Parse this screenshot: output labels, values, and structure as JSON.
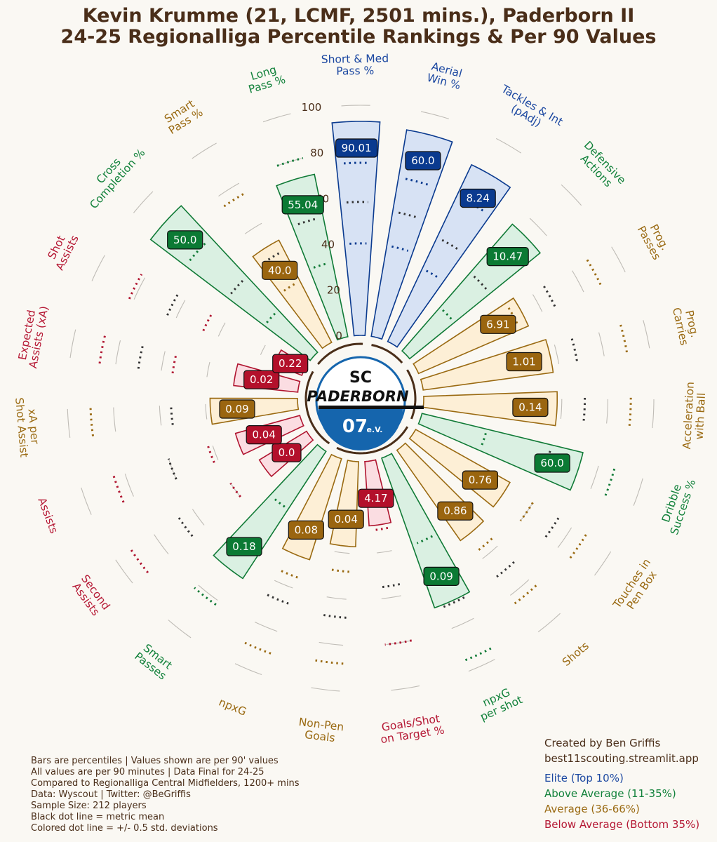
{
  "title_lines": [
    "Kevin Krumme (21, LCMF, 2501 mins.), Paderborn II",
    "24-25 Regionalliga Percentile Rankings & Per 90 Values"
  ],
  "colors": {
    "background": "#faf8f3",
    "text": "#4a2e19",
    "tiers": {
      "Elite": {
        "stroke": "#0a3a8f",
        "fill": "#d7e2f4",
        "box": "#0a3a8f",
        "label": "#1c48a1"
      },
      "Above Average": {
        "stroke": "#107a36",
        "fill": "#daf0e2",
        "box": "#0b7a34",
        "label": "#11813a"
      },
      "Average": {
        "stroke": "#9a6a12",
        "fill": "#fdefd6",
        "box": "#9a650f",
        "label": "#9a6a12"
      },
      "Below Average": {
        "stroke": "#b01530",
        "fill": "#fbdde2",
        "box": "#b3102b",
        "label": "#b51834"
      }
    },
    "group_arc": "#4a2e19",
    "mean_dots": "#333333",
    "grid": "#bfbcb6"
  },
  "logo": {
    "line1": "SC",
    "line2": "PADERBORN",
    "line3": "07",
    "line3_suffix": "e.V.",
    "blue": "#1565ad"
  },
  "notes": [
    "Bars are percentiles | Values shown are per 90' values",
    "All values are per 90 minutes | Data Final for 24-25",
    "Compared to Regionalliga Central Midfielders, 1200+ mins",
    "Data: Wyscout | Twitter: @BeGriffis",
    "Sample Size: 212 players",
    "Black dot line = metric mean",
    "Colored dot line = +/- 0.5 std. deviations"
  ],
  "credits": [
    "Created by Ben Griffis",
    "best11scouting.streamlit.app"
  ],
  "legend": [
    {
      "label": "Elite (Top 10%)",
      "color": "#1c48a1"
    },
    {
      "label": "Above Average (11-35%)",
      "color": "#11813a"
    },
    {
      "label": "Average (36-66%)",
      "color": "#9a6a12"
    },
    {
      "label": "Below Average (Bottom 35%)",
      "color": "#b51834"
    }
  ],
  "chart_data": {
    "type": "bar",
    "subtype": "polar",
    "radial_axis": {
      "ticks": [
        0,
        20,
        40,
        60,
        80,
        100
      ],
      "range": [
        0,
        100
      ]
    },
    "categories": [
      {
        "label": "Aerial Win %",
        "lines": [
          "Aerial",
          "Win %"
        ],
        "tier": "Elite",
        "percentile": 91,
        "value": "60.0",
        "mean": 55,
        "sd": [
          40,
          70
        ]
      },
      {
        "label": "Tackles & Int (pAdj)",
        "lines": [
          "Tackles & Int",
          "(pAdj)"
        ],
        "tier": "Elite",
        "percentile": 85,
        "value": "8.24",
        "mean": 50,
        "sd": [
          35,
          70
        ]
      },
      {
        "label": "Defensive Actions",
        "lines": [
          "Defensive",
          "Actions"
        ],
        "tier": "Above Average",
        "percentile": 73,
        "value": "10.47",
        "mean": 45,
        "sd": [
          25,
          62
        ]
      },
      {
        "label": "Prog. Passes",
        "lines": [
          "Prog.",
          "Passes"
        ],
        "tier": "Average",
        "percentile": 52,
        "value": "6.91",
        "mean": 66,
        "sd": [
          48,
          88
        ]
      },
      {
        "label": "Prog. Carries",
        "lines": [
          "Prog.",
          "Carries"
        ],
        "tier": "Average",
        "percentile": 57,
        "value": "1.01",
        "mean": 68,
        "sd": [
          44,
          90
        ]
      },
      {
        "label": "Acceleration with Ball",
        "lines": [
          "Acceleration",
          "with Ball"
        ],
        "tier": "Average",
        "percentile": 58,
        "value": "0.14",
        "mean": 70,
        "sd": [
          47,
          90
        ]
      },
      {
        "label": "Dribble Success %",
        "lines": [
          "Dribble",
          "Success %"
        ],
        "tier": "Above Average",
        "percentile": 72,
        "value": "60.0",
        "mean": 58,
        "sd": [
          29,
          87
        ]
      },
      {
        "label": "Touches in Pen Box",
        "lines": [
          "Touches in",
          "Pen Box"
        ],
        "tier": "Average",
        "percentile": 47,
        "value": "0.76",
        "mean": 73,
        "sd": [
          60,
          87
        ]
      },
      {
        "label": "Shots",
        "lines": [
          "Shots"
        ],
        "tier": "Average",
        "percentile": 48,
        "value": "0.86",
        "mean": 70,
        "sd": [
          56,
          84
        ]
      },
      {
        "label": "npxG per shot",
        "lines": [
          "npxG",
          "per shot"
        ],
        "tier": "Above Average",
        "percentile": 69,
        "value": "0.09",
        "mean": 70,
        "sd": [
          40,
          95
        ]
      },
      {
        "label": "Goals/Shot on Target %",
        "lines": [
          "Goals/Shot",
          "on Target %"
        ],
        "tier": "Below Average",
        "percentile": 28,
        "value": "4.17",
        "mean": 55,
        "sd": [
          30,
          80
        ]
      },
      {
        "label": "Non-Pen Goals",
        "lines": [
          "Non-Pen",
          "Goals"
        ],
        "tier": "Average",
        "percentile": 37,
        "value": "0.04",
        "mean": 68,
        "sd": [
          48,
          88
        ]
      },
      {
        "label": "npxG",
        "lines": [
          "npxG"
        ],
        "tier": "Average",
        "percentile": 46,
        "value": "0.08",
        "mean": 67,
        "sd": [
          55,
          90
        ]
      },
      {
        "label": "Smart Passes",
        "lines": [
          "Smart",
          "Passes"
        ],
        "tier": "Above Average",
        "percentile": 66,
        "value": "0.18",
        "mean": 55,
        "sd": [
          30,
          82
        ]
      },
      {
        "label": "Second Assists",
        "lines": [
          "Second",
          "Assists"
        ],
        "tier": "Below Average",
        "percentile": 24,
        "value": "0.0",
        "mean": 67,
        "sd": [
          40,
          92
        ]
      },
      {
        "label": "Assists",
        "lines": [
          "Assists"
        ],
        "tier": "Below Average",
        "percentile": 29,
        "value": "0.04",
        "mean": 60,
        "sd": [
          42,
          85
        ]
      },
      {
        "label": "xA per Shot Assist",
        "lines": [
          "xA per",
          "Shot Assist"
        ],
        "tier": "Average",
        "percentile": 38,
        "value": "0.09",
        "mean": 55,
        "sd": [
          25,
          90
        ]
      },
      {
        "label": "Expected Assists (xA)",
        "lines": [
          "Expected",
          "Assists (xA)"
        ],
        "tier": "Below Average",
        "percentile": 28,
        "value": "0.02",
        "mean": 70,
        "sd": [
          55,
          87
        ]
      },
      {
        "label": "Shot Assists",
        "lines": [
          "Shot",
          "Assists"
        ],
        "tier": "Below Average",
        "percentile": 13,
        "value": "0.22",
        "mean": 64,
        "sd": [
          47,
          82
        ]
      },
      {
        "label": "Cross Completion %",
        "lines": [
          "Cross",
          "Completion %"
        ],
        "tier": "Above Average",
        "percentile": 87,
        "value": "50.0",
        "mean": 45,
        "sd": [
          25,
          68
        ]
      },
      {
        "label": "Smart Pass %",
        "lines": [
          "Smart",
          "Pass %"
        ],
        "tier": "Average",
        "percentile": 50,
        "value": "40.0",
        "mean": 45,
        "sd": [
          30,
          75
        ]
      },
      {
        "label": "Long Pass %",
        "lines": [
          "Long",
          "Pass %"
        ],
        "tier": "Above Average",
        "percentile": 72,
        "value": "55.04",
        "mean": 53,
        "sd": [
          33,
          80
        ]
      },
      {
        "label": "Short & Med Pass %",
        "lines": [
          "Short & Med",
          "Pass %"
        ],
        "tier": "Elite",
        "percentile": 93,
        "value": "90.01",
        "mean": 58,
        "sd": [
          40,
          75
        ]
      }
    ]
  }
}
